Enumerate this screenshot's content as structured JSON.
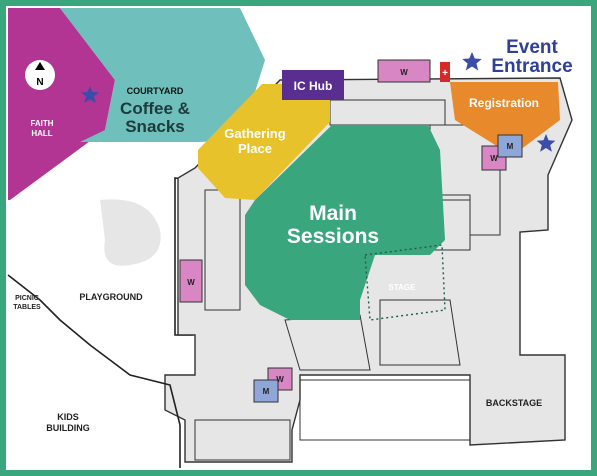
{
  "colors": {
    "frame": "#3aa67e",
    "faith_hall": "#b23593",
    "courtyard": "#6fbfbd",
    "gathering": "#e8c22a",
    "main": "#3aa67e",
    "ic_hub": "#5a2d91",
    "registration": "#e8892b",
    "restroom_w": "#d986c4",
    "restroom_m": "#8fa6d8",
    "star": "#3b4da8",
    "first_aid": "#d42a2a",
    "floor": "#e6e6e6"
  },
  "north": {
    "letter": "N",
    "icon": "north-arrow-icon"
  },
  "areas": {
    "faith_hall": [
      "FAITH",
      "HALL"
    ],
    "courtyard": "COURTYARD",
    "coffee": [
      "Coffee &",
      "Snacks"
    ],
    "gathering": [
      "Gathering",
      "Place"
    ],
    "ic_hub": "IC Hub",
    "event_entrance": [
      "Event",
      "Entrance"
    ],
    "registration": "Registration",
    "main_sessions": [
      "Main",
      "Sessions"
    ],
    "stage": "STAGE",
    "playground": "PLAYGROUND",
    "picnic": [
      "PICNIC",
      "TABLES"
    ],
    "kids": [
      "KIDS",
      "BUILDING"
    ],
    "backstage": "BACKSTAGE"
  },
  "restrooms": {
    "women": "W",
    "men": "M"
  },
  "first_aid_symbol": "+"
}
